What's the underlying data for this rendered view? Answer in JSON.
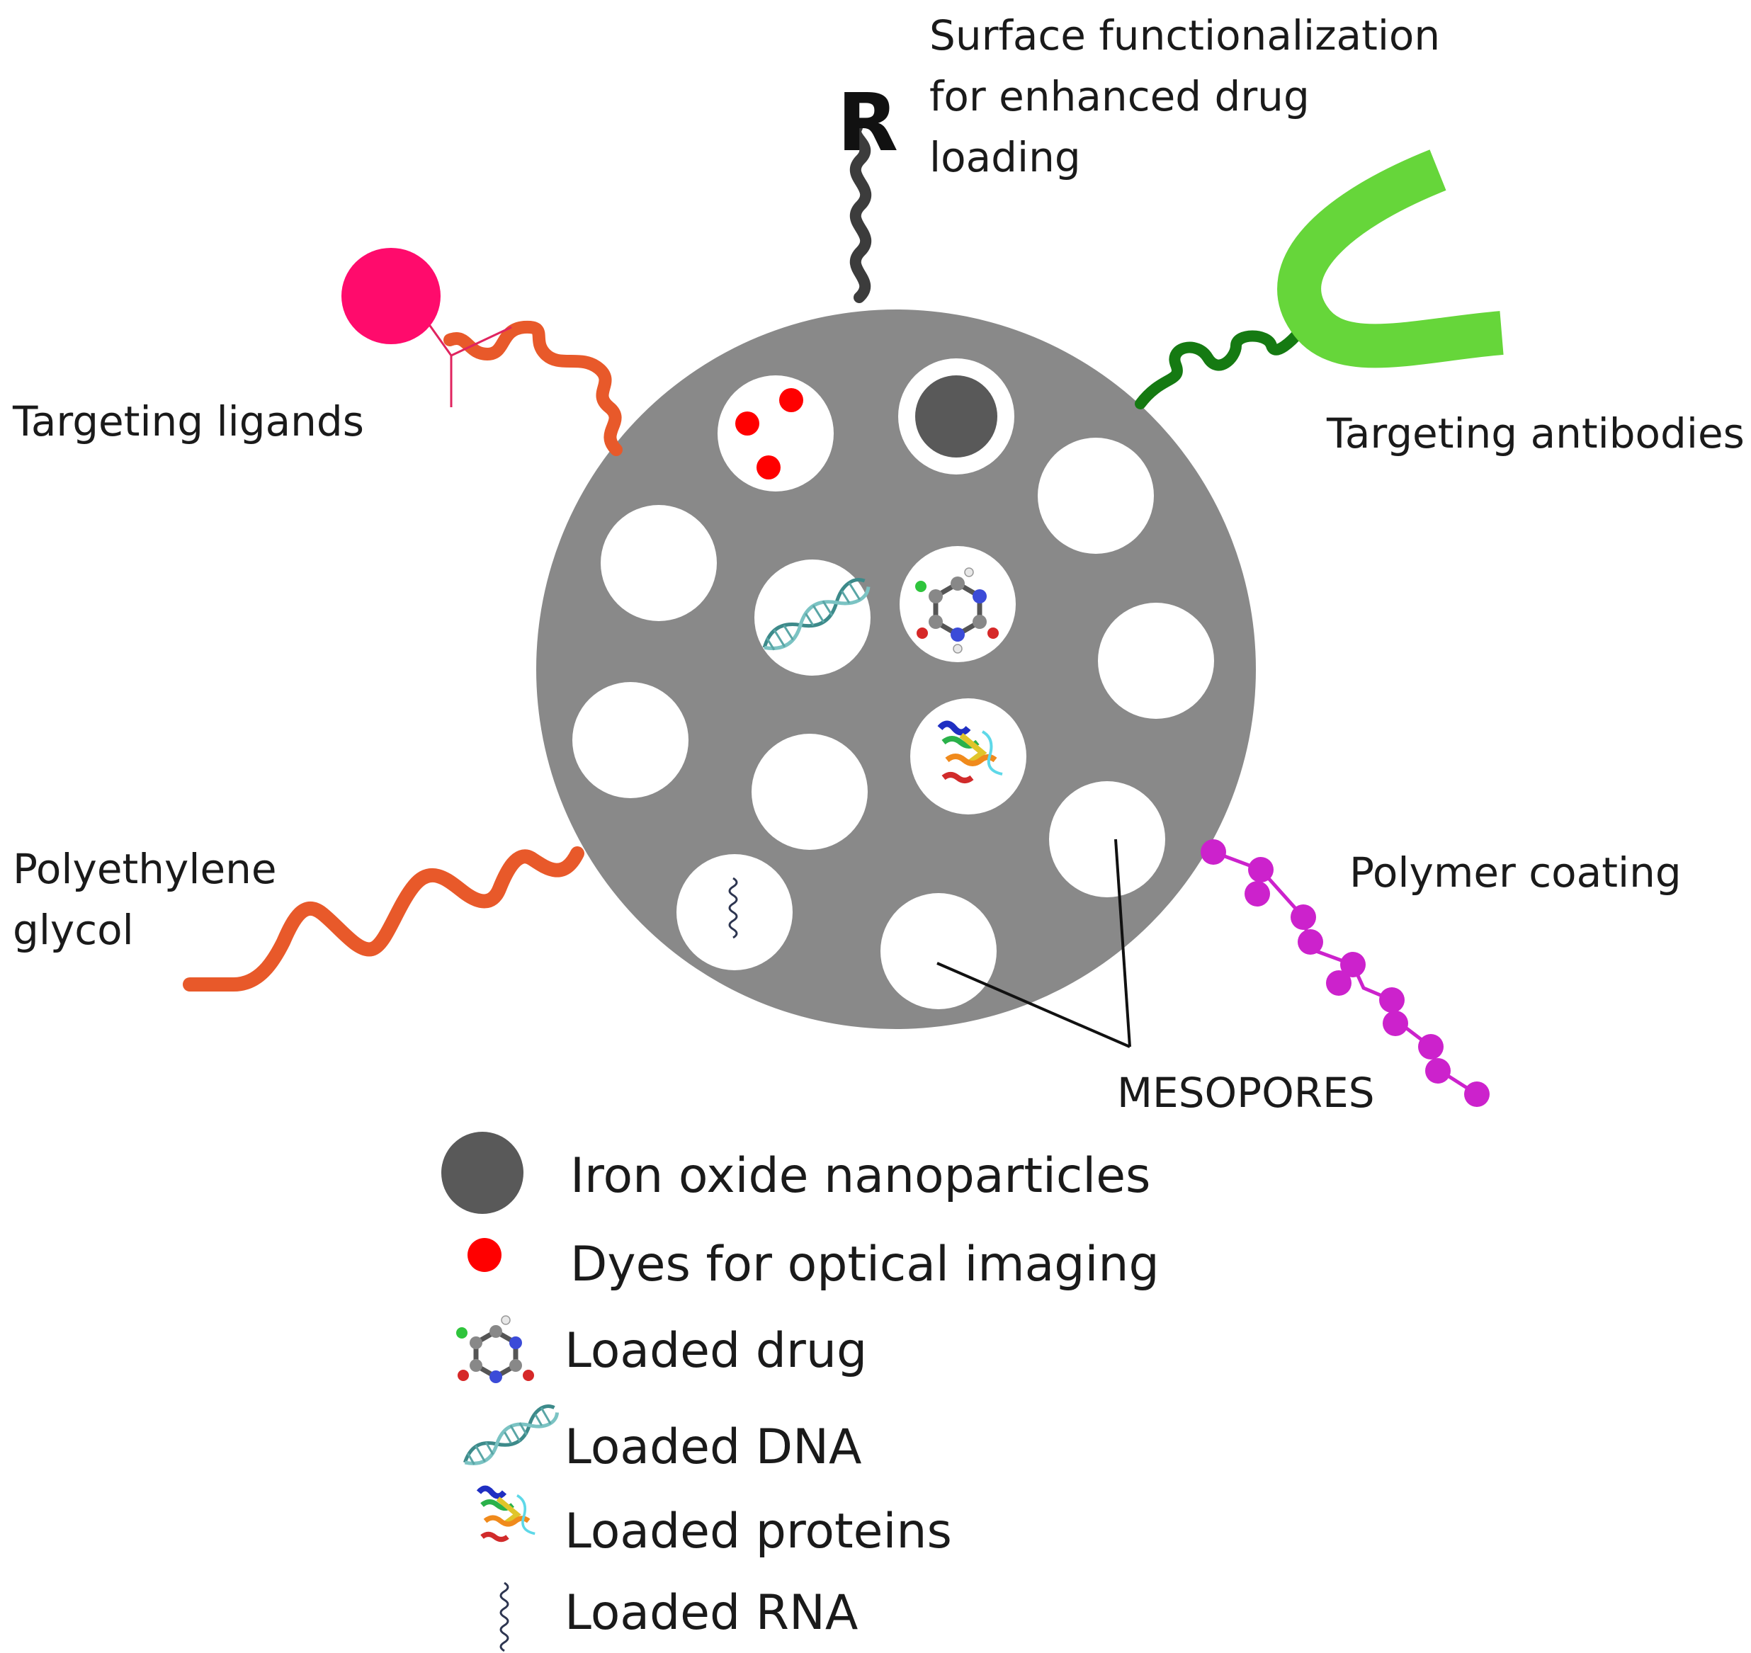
{
  "labels": {
    "surface_functionalization": [
      "Surface functionalization",
      "for enhanced drug",
      "loading"
    ],
    "r_group": "R",
    "targeting_ligands": "Targeting ligands",
    "targeting_antibodies": "Targeting antibodies",
    "polyethylene_glycol": [
      "Polyethylene",
      "glycol"
    ],
    "polymer_coating": "Polymer coating",
    "mesopores": "MESOPORES"
  },
  "legend": [
    {
      "icon": "iron-oxide-icon",
      "label": "Iron oxide nanoparticles"
    },
    {
      "icon": "dye-dot-icon",
      "label": "Dyes for optical imaging"
    },
    {
      "icon": "drug-molecule-icon",
      "label": "Loaded drug"
    },
    {
      "icon": "dna-helix-icon",
      "label": "Loaded DNA"
    },
    {
      "icon": "protein-icon",
      "label": "Loaded proteins"
    },
    {
      "icon": "rna-strand-icon",
      "label": "Loaded RNA"
    }
  ],
  "colors": {
    "particle": "#898989",
    "pore": "#ffffff",
    "iron_oxide": "#595959",
    "dye": "#ff0000",
    "ligand": "#ff0b6c",
    "linker_orange": "#e8592a",
    "antibody": "#66d63a",
    "antibody_linker": "#157a12",
    "polymer": "#cc22cc",
    "r_linker": "#3c3c3c"
  }
}
